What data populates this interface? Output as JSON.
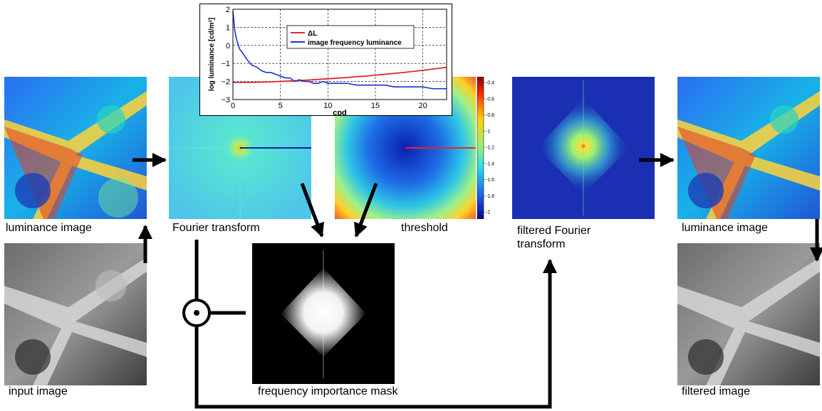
{
  "labels": {
    "luminance_image_left": "luminance image",
    "fourier_transform": "Fourier transform",
    "threshold": "threshold",
    "filtered_fourier_line1": "filtered Fourier",
    "filtered_fourier_line2": "transform",
    "luminance_image_right": "luminance image",
    "input_image": "input image",
    "frequency_importance_mask": "frequency importance mask",
    "filtered_image": "filtered image"
  },
  "colorbar_ticks": [
    "-0.4",
    "-0.6",
    "-0.8",
    "-1",
    "-1.2",
    "-1.4",
    "-1.6",
    "-1.8",
    "-2"
  ],
  "operator_symbol": "element-wise multiply",
  "chart_data": {
    "type": "line",
    "title": "",
    "xlabel": "cpd",
    "ylabel": "log luminance [cd/m²]",
    "xlim": [
      0,
      22.5
    ],
    "ylim": [
      -3,
      2
    ],
    "xticks": [
      "0",
      "5",
      "10",
      "15",
      "20"
    ],
    "yticks": [
      "2",
      "1",
      "0",
      "−1",
      "−2",
      "−3"
    ],
    "grid": true,
    "legend_position": "top-right",
    "series": [
      {
        "name": "ΔL",
        "color": "#e3262b",
        "x": [
          0,
          2,
          4,
          6,
          8,
          10,
          12,
          14,
          16,
          18,
          20,
          22.5
        ],
        "y": [
          -2.05,
          -2.05,
          -2.02,
          -1.97,
          -1.92,
          -1.85,
          -1.78,
          -1.7,
          -1.6,
          -1.5,
          -1.38,
          -1.22
        ]
      },
      {
        "name": "image frequency luminance",
        "color": "#1f2fd4",
        "x": [
          0,
          0.2,
          0.4,
          0.7,
          1,
          1.5,
          2,
          2.5,
          3,
          3.5,
          4,
          4.5,
          5,
          5.5,
          6,
          6.5,
          7,
          7.5,
          8,
          8.5,
          9,
          9.5,
          10,
          11,
          12,
          13,
          14,
          15,
          16,
          17,
          18,
          19,
          20,
          21,
          22,
          22.5
        ],
        "y": [
          1.9,
          0.8,
          0.3,
          -0.2,
          -0.4,
          -0.8,
          -1.1,
          -1.2,
          -1.4,
          -1.5,
          -1.5,
          -1.6,
          -1.7,
          -1.8,
          -1.8,
          -2.0,
          -1.9,
          -2.0,
          -2.0,
          -2.1,
          -2.1,
          -2.0,
          -2.1,
          -2.1,
          -2.1,
          -2.2,
          -2.2,
          -2.2,
          -2.2,
          -2.3,
          -2.3,
          -2.3,
          -2.3,
          -2.4,
          -2.4,
          -2.4
        ]
      }
    ]
  }
}
